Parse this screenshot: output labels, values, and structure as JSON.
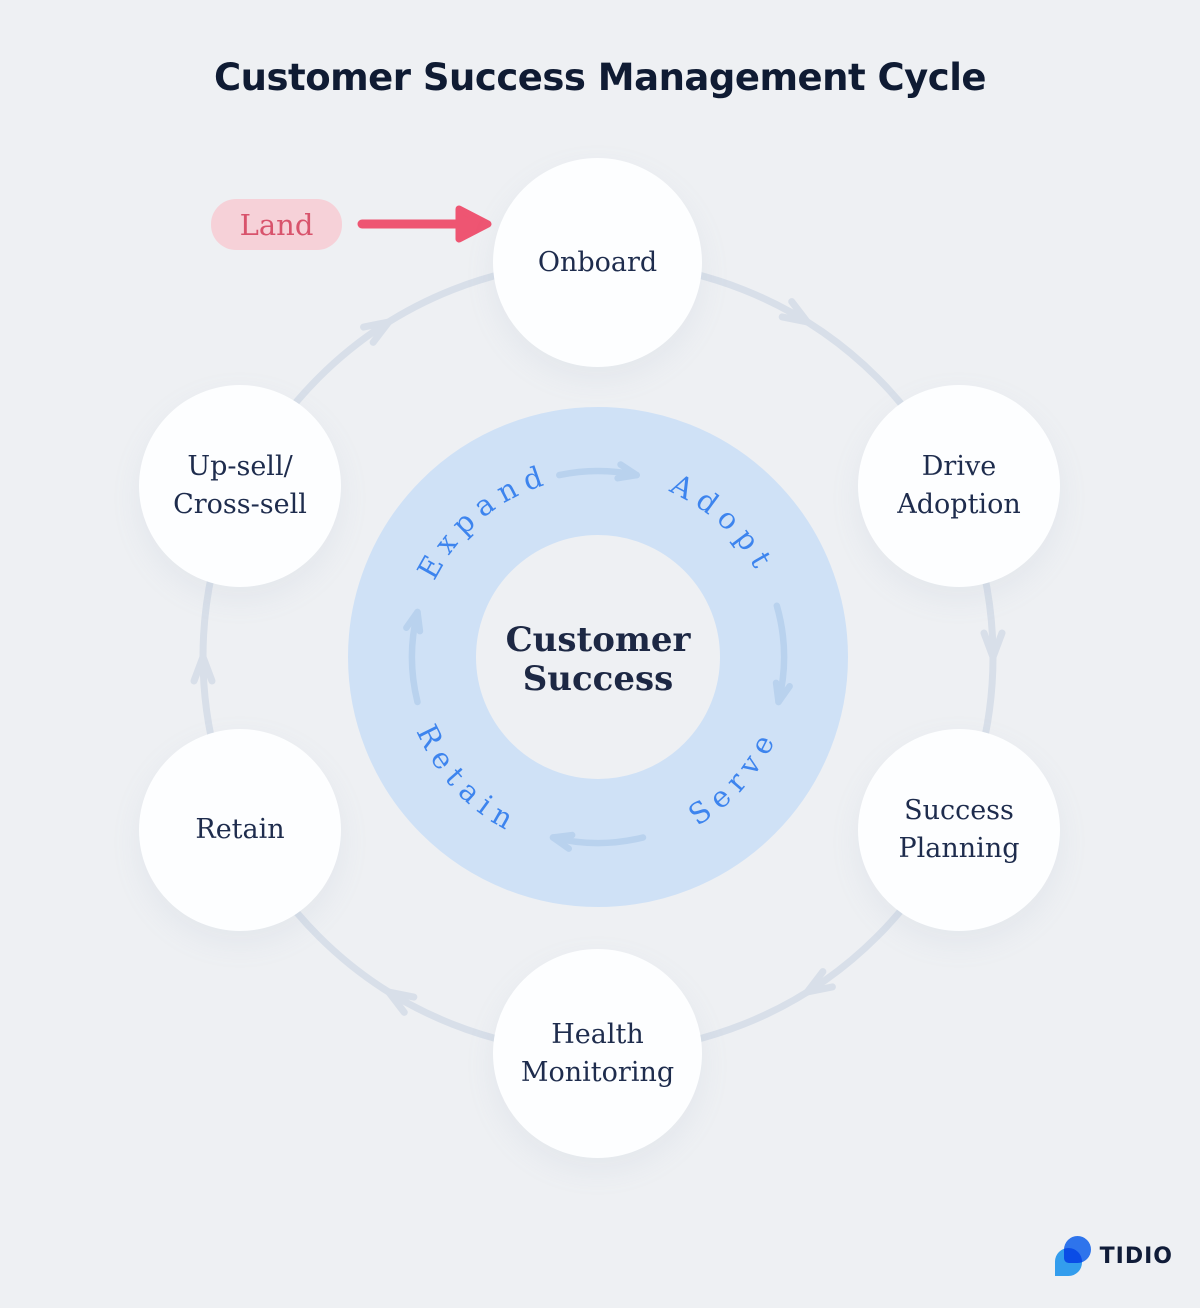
{
  "title": "Customer Success Management Cycle",
  "annotation": {
    "label": "Land"
  },
  "center": {
    "line1": "Customer",
    "line2": "Success"
  },
  "inner_ring": {
    "words": [
      "Expand",
      "Adopt",
      "Serve",
      "Retain"
    ],
    "direction": "clockwise"
  },
  "stages": [
    {
      "id": "onboard",
      "lines": [
        "Onboard"
      ]
    },
    {
      "id": "drive-adoption",
      "lines": [
        "Drive",
        "Adoption"
      ]
    },
    {
      "id": "success-planning",
      "lines": [
        "Success",
        "Planning"
      ]
    },
    {
      "id": "health-monitoring",
      "lines": [
        "Health",
        "Monitoring"
      ]
    },
    {
      "id": "retain",
      "lines": [
        "Retain"
      ]
    },
    {
      "id": "upsell-cross-sell",
      "lines": [
        "Up-sell/",
        "Cross-sell"
      ]
    }
  ],
  "logo": {
    "name": "TIDIO"
  },
  "colors": {
    "background": "#eef0f3",
    "title_navy": "#0f1b33",
    "stage_text_navy": "#1e2c4d",
    "ring_word_blue": "#3d84ee",
    "donut_blue": "#cfe1f6",
    "inner_arrow_blue": "#b9d2ee",
    "outer_ring_gray": "#d8dfe9",
    "annotation_pink_bg": "#f6d1d8",
    "annotation_pink_text": "#d8536c",
    "annotation_arrow_red": "#ee5572",
    "logo_blue_dark": "#2e74ec",
    "logo_blue_light": "#36a7f9"
  }
}
